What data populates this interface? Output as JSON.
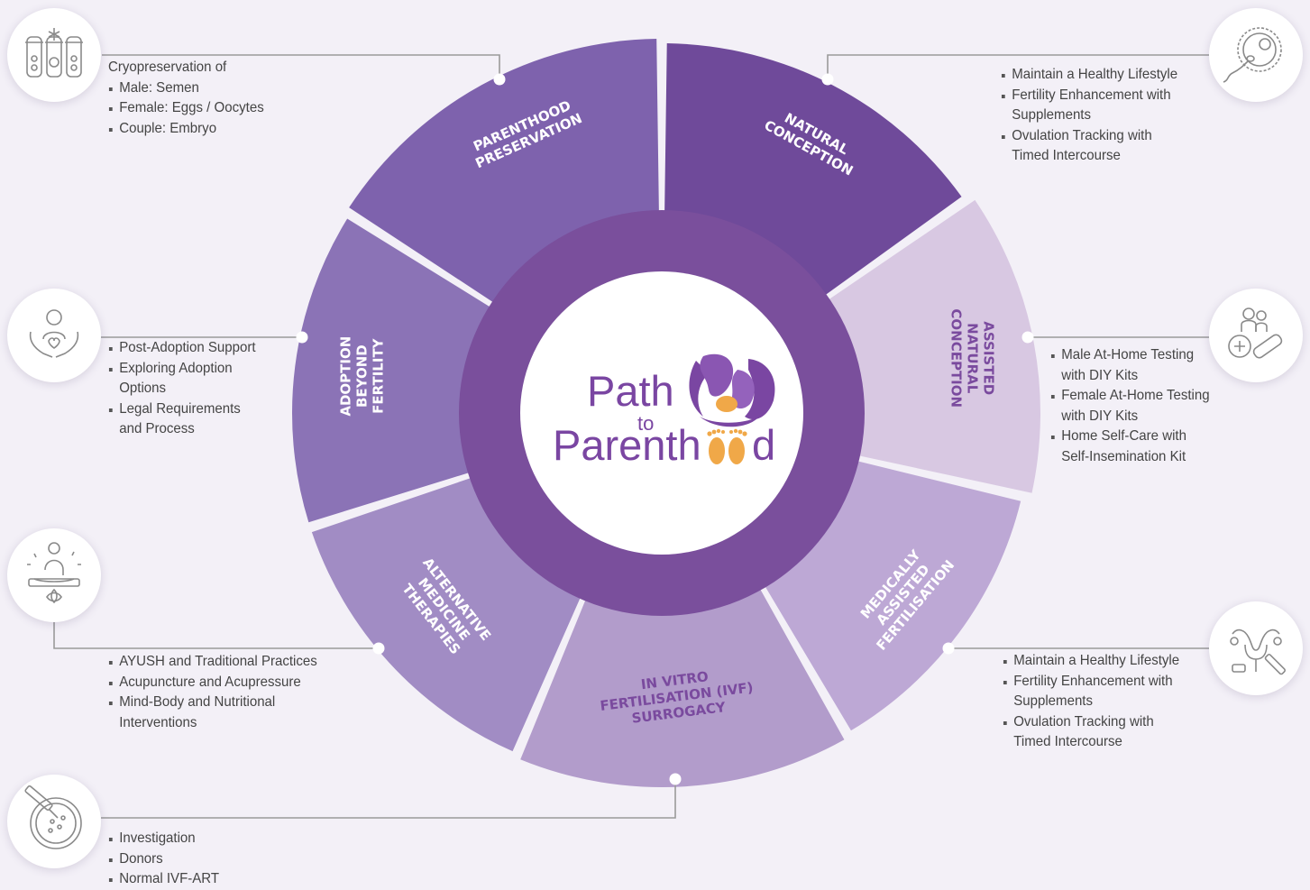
{
  "colors": {
    "background": "#f3f0f7",
    "hub": "#7a4f9c",
    "center": "#ffffff",
    "brand_purple": "#7a46a2",
    "brand_orange": "#f0a848",
    "connector": "#9a9a9a"
  },
  "center_logo": {
    "line1": "Path",
    "line2": "to",
    "line3": "Parenth",
    "line3_end": "d"
  },
  "segments": [
    {
      "id": "parenthood-preservation",
      "lines": [
        "PARENTHOOD",
        "PRESERVATION"
      ],
      "color": "#7e62ad",
      "text_color": "#ffffff"
    },
    {
      "id": "natural-conception",
      "lines": [
        "NATURAL",
        "CONCEPTION"
      ],
      "color": "#6f4a9a",
      "text_color": "#ffffff"
    },
    {
      "id": "assisted-natural-conception",
      "lines": [
        "ASSISTED",
        "NATURAL",
        "CONCEPTION"
      ],
      "color": "#d8c8e2",
      "text_color": "#7a4a9e"
    },
    {
      "id": "medically-assisted-fertilisation",
      "lines": [
        "MEDICALLY",
        "ASSISTED",
        "FERTILISATION"
      ],
      "color": "#bda8d5",
      "text_color": "#ffffff"
    },
    {
      "id": "ivf-surrogacy",
      "lines": [
        "IN VITRO",
        "FERTILISATION (IVF)",
        "SURROGACY"
      ],
      "color": "#b29ccb",
      "text_color": "#7a4a9e"
    },
    {
      "id": "alternative-medicine-therapies",
      "lines": [
        "ALTERNATIVE",
        "MEDICINE",
        "THERAPIES"
      ],
      "color": "#a18cc4",
      "text_color": "#ffffff"
    },
    {
      "id": "adoption-beyond-fertility",
      "lines": [
        "ADOPTION",
        "BEYOND",
        "FERTILITY"
      ],
      "color": "#8b73b6",
      "text_color": "#ffffff"
    }
  ],
  "icons": [
    {
      "id": "cryo",
      "name": "cryopreservation-tubes-icon"
    },
    {
      "id": "egg",
      "name": "egg-sperm-icon"
    },
    {
      "id": "adopt",
      "name": "hands-holding-child-icon"
    },
    {
      "id": "test",
      "name": "couple-test-kit-icon"
    },
    {
      "id": "meditate",
      "name": "meditation-lotus-icon"
    },
    {
      "id": "uterus",
      "name": "uterus-syringe-icon"
    },
    {
      "id": "petri",
      "name": "petri-dish-injection-icon"
    }
  ],
  "info_blocks": {
    "preservation": {
      "heading": "Cryopreservation of",
      "items": [
        "Male: Semen",
        "Female: Eggs / Oocytes",
        "Couple: Embryo"
      ]
    },
    "natural": {
      "items": [
        "Maintain a Healthy Lifestyle",
        "Fertility Enhancement with Supplements",
        "Ovulation Tracking with Timed Intercourse"
      ]
    },
    "adoption": {
      "items": [
        "Post-Adoption Support",
        "Exploring Adoption Options",
        "Legal Requirements and Process"
      ]
    },
    "assisted": {
      "items": [
        "Male At-Home Testing with DIY Kits",
        "Female At-Home Testing with DIY Kits",
        "Home Self-Care with Self-Insemination Kit"
      ]
    },
    "alternative": {
      "items": [
        "AYUSH and Traditional Practices",
        "Acupuncture and Acupressure",
        "Mind-Body and Nutritional Interventions"
      ]
    },
    "medical": {
      "items": [
        "Maintain a Healthy Lifestyle",
        "Fertility Enhancement with Supplements",
        "Ovulation Tracking with Timed Intercourse"
      ]
    },
    "ivf": {
      "items": [
        "Investigation",
        "Donors",
        "Normal IVF-ART"
      ]
    }
  }
}
